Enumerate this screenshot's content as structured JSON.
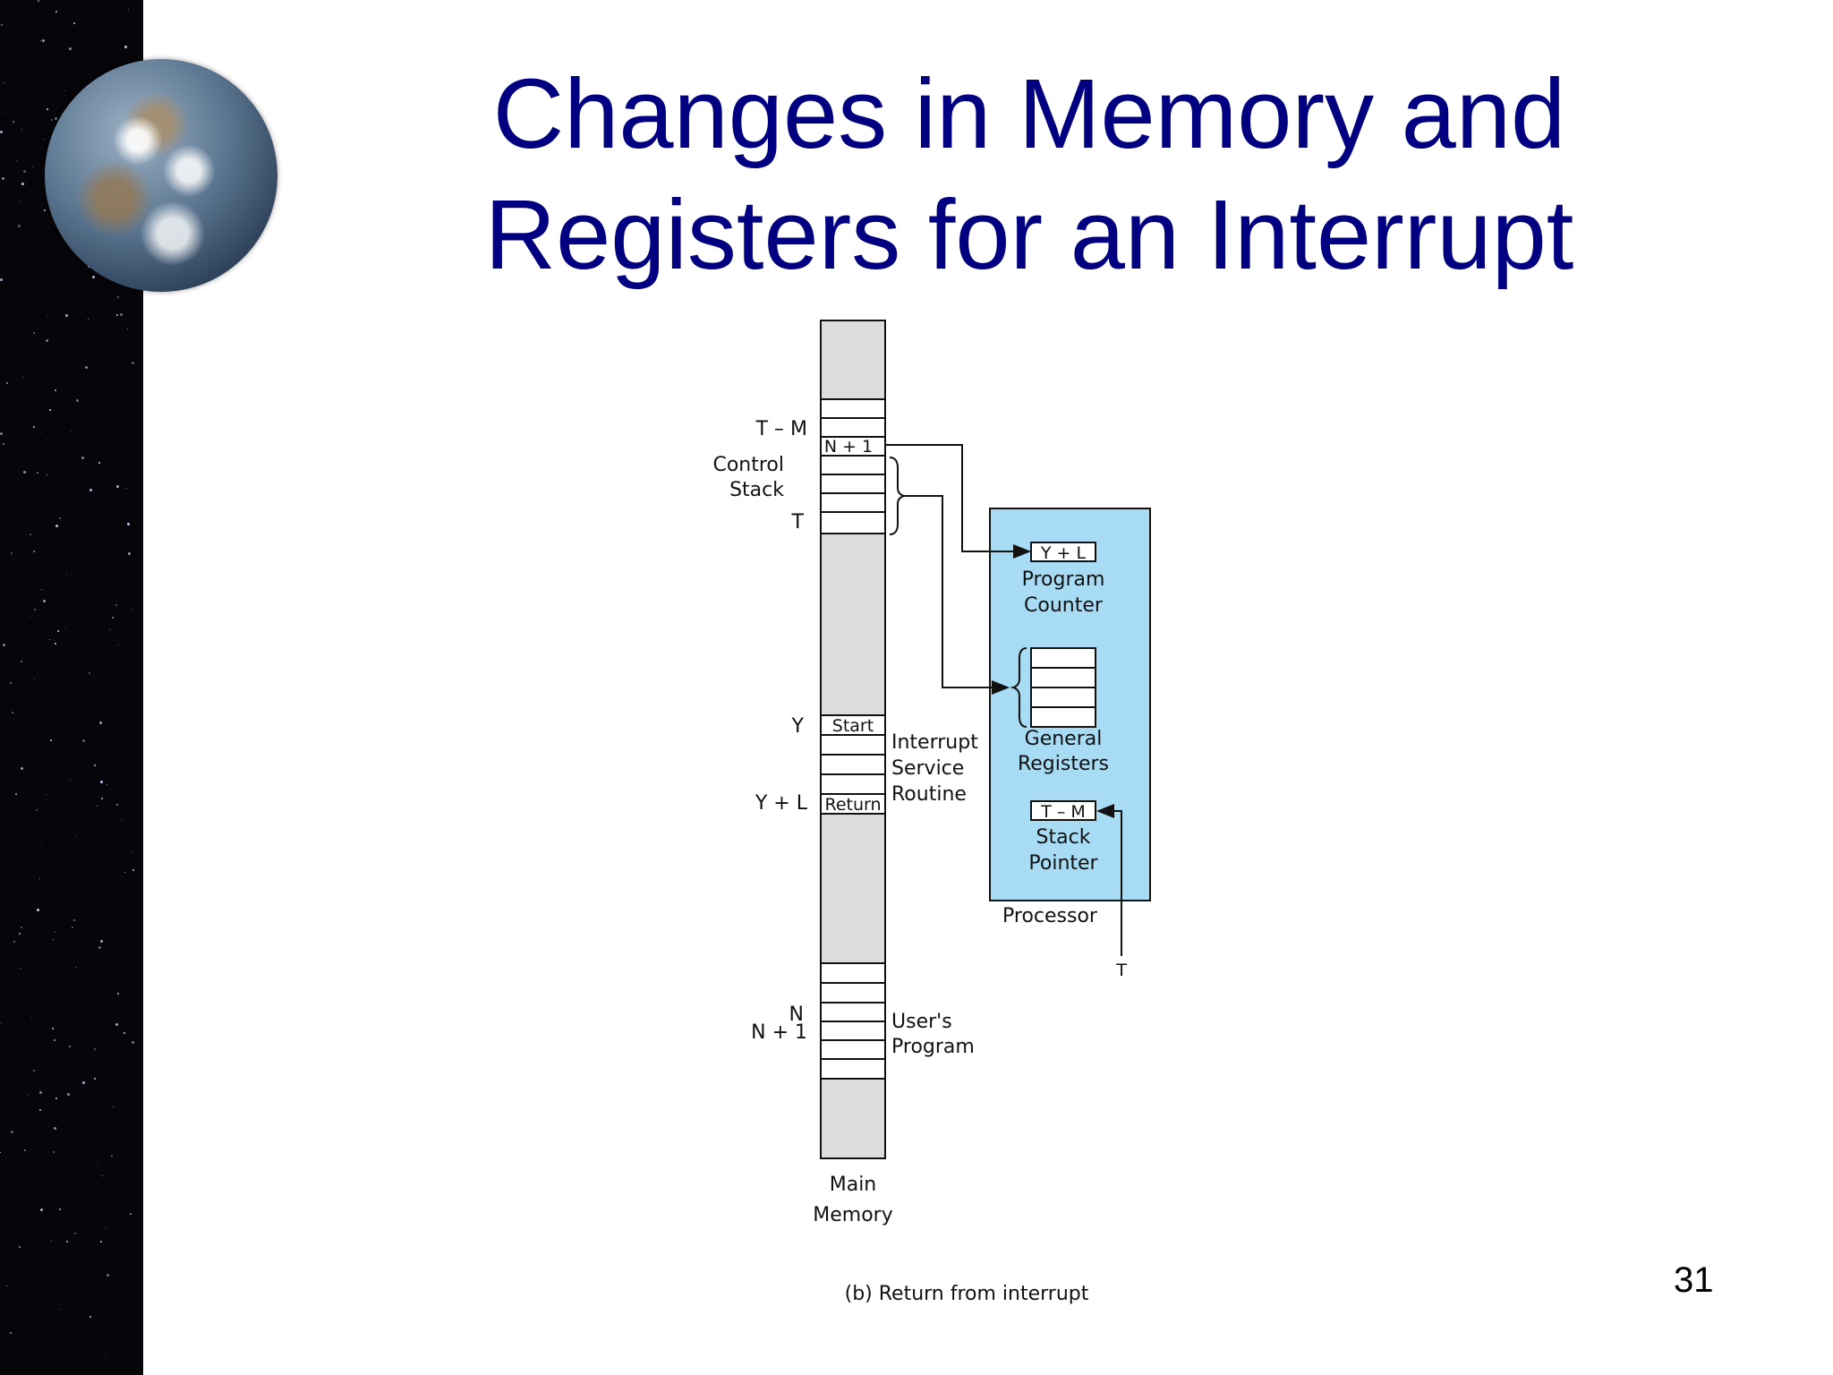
{
  "slide": {
    "title_line1": "Changes in Memory and",
    "title_line2": "Registers for an Interrupt",
    "slide_number": "31"
  },
  "diagram": {
    "memory": {
      "name_line1": "Main",
      "name_line2": "Memory",
      "address_labels": {
        "t_minus_m": "T – M",
        "t": "T",
        "y": "Y",
        "y_plus_l": "Y + L",
        "n": "N",
        "n_plus_1": "N + 1"
      },
      "cell_labels": {
        "n_plus_1": "N + 1",
        "start": "Start",
        "return": "Return"
      },
      "control_stack_line1": "Control",
      "control_stack_line2": "Stack",
      "isr_line1": "Interrupt",
      "isr_line2": "Service",
      "isr_line3": "Routine",
      "user_program_line1": "User's",
      "user_program_line2": "Program"
    },
    "processor": {
      "name": "Processor",
      "program_counter_value": "Y + L",
      "program_counter_line1": "Program",
      "program_counter_line2": "Counter",
      "general_registers_line1": "General",
      "general_registers_line2": "Registers",
      "stack_pointer_value": "T – M",
      "stack_pointer_line1": "Stack",
      "stack_pointer_line2": "Pointer",
      "t_input": "T"
    },
    "caption": "(b)  Return from interrupt",
    "colors": {
      "processor_fill": "#a8dcf5",
      "memory_fill": "#dcdcdc",
      "title_color": "#000080"
    }
  }
}
